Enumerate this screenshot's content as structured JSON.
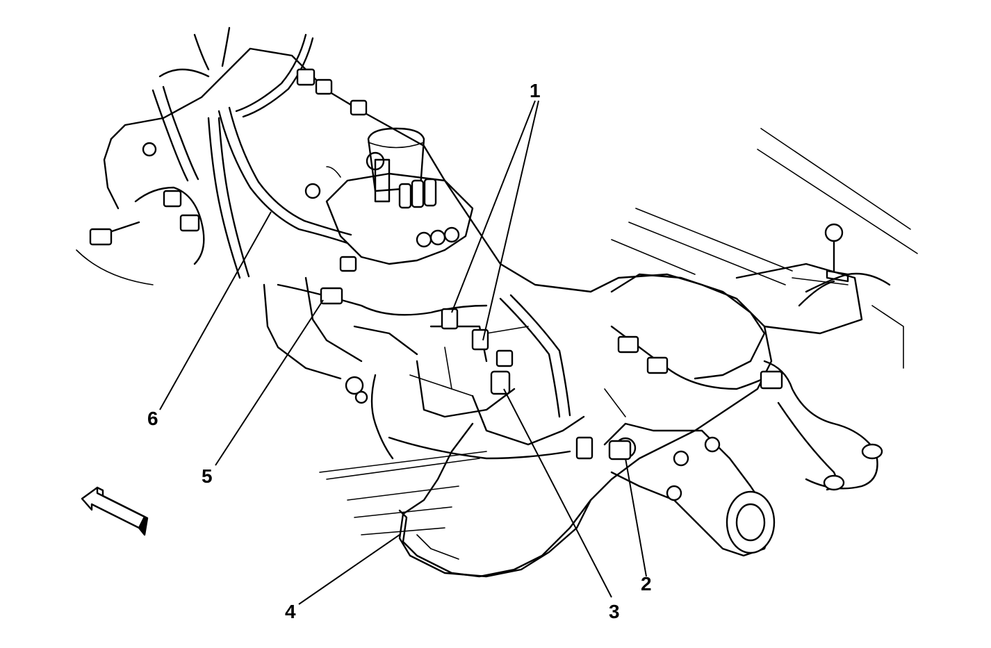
{
  "callouts": [
    {
      "id": "1",
      "label": "1"
    },
    {
      "id": "2",
      "label": "2"
    },
    {
      "id": "3",
      "label": "3"
    },
    {
      "id": "4",
      "label": "4"
    },
    {
      "id": "5",
      "label": "5"
    },
    {
      "id": "6",
      "label": "6"
    }
  ],
  "icons": {
    "front_arrow": "front-direction-arrow-icon"
  },
  "colors": {
    "line": "#000000",
    "background": "#ffffff"
  }
}
